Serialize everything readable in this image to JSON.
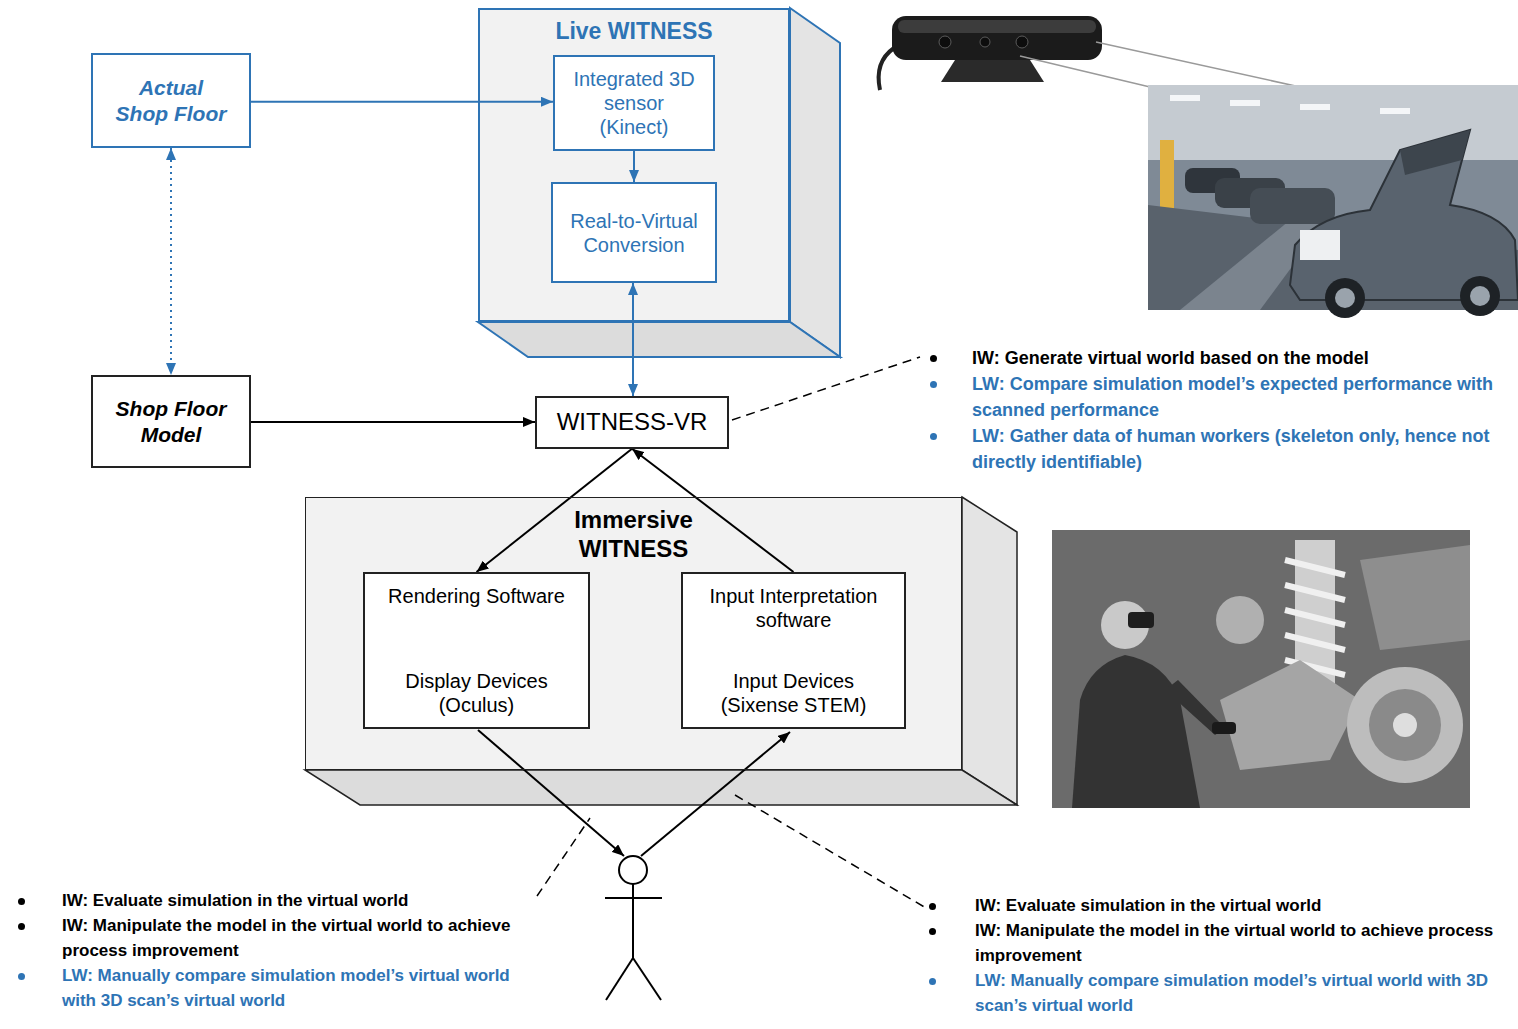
{
  "diagram": {
    "nodes": [
      {
        "text": [
          "Actual Shop Floor"
        ]
      },
      {
        "text": [
          "Live WITNESS"
        ]
      },
      {
        "text": [
          "Integrated 3D sensor (Kinect)"
        ],
        "in": 1
      },
      {
        "text": [
          "Real-to-Virtual Conversion"
        ],
        "in": 1
      },
      {
        "text": [
          "Shop Floor Model"
        ]
      },
      {
        "text": [
          "WITNESS-VR"
        ]
      },
      {
        "text": [
          "Immersive WITNESS"
        ]
      },
      {
        "text": [
          "Rendering Software",
          "Display Devices (Oculus)"
        ],
        "in": 6
      },
      {
        "text": [
          "Input Interpretation software",
          "Input Devices (Sixense STEM)"
        ],
        "in": 6
      }
    ],
    "edges": [
      {
        "from": 0,
        "to": 2,
        "arrow": "to"
      },
      {
        "from": 0,
        "to": 4,
        "arrow": "both"
      },
      {
        "from": 2,
        "to": 3,
        "arrow": "to"
      },
      {
        "from": 3,
        "to": 5,
        "arrow": "both"
      },
      {
        "from": 4,
        "to": 5,
        "arrow": "to"
      },
      {
        "from": 5,
        "to": 7,
        "arrow": "to"
      },
      {
        "from": 8,
        "to": 5,
        "arrow": "to"
      }
    ],
    "labels": [
      "IW: Generate virtual world based on the model",
      "LW: Compare simulation model’s expected performance with scanned performance",
      "LW: Gather data of human workers (skeleton only, hence not directly identifiable)",
      "IW: Evaluate simulation in the virtual world",
      "IW: Manipulate the model in the virtual world to achieve process improvement",
      "LW: Manually compare simulation model’s virtual world with 3D scan’s virtual world",
      "IW: Evaluate simulation in the virtual world",
      "IW: Manipulate the model in the virtual world to achieve process improvement",
      "LW: Manually compare simulation model’s virtual world with 3D scan’s virtual world"
    ]
  }
}
